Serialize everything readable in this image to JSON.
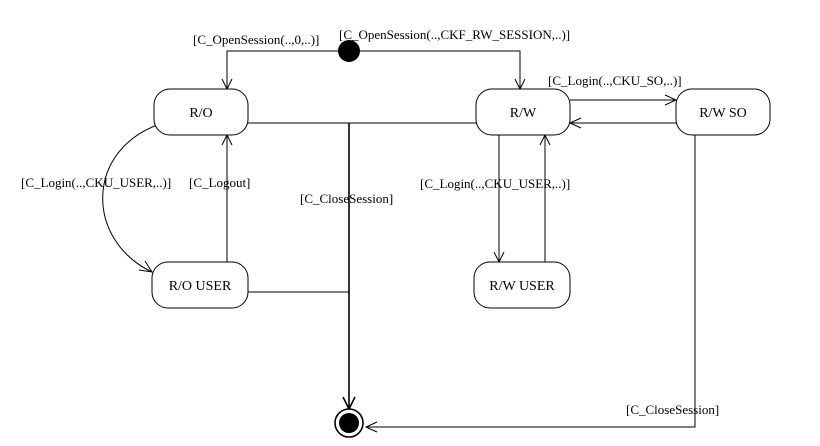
{
  "states": {
    "ro": "R/O",
    "rw": "R/W",
    "rw_so": "R/W SO",
    "ro_user": "R/O USER",
    "rw_user": "R/W USER"
  },
  "transitions": {
    "open_ro": "[C_OpenSession(..,0,..)]",
    "open_rw": "[C_OpenSession(..,CKF_RW_SESSION,..)]",
    "login_so": "[C_Login(..,CKU_SO,..)]",
    "login_user_ro": "[C_Login(..,CKU_USER,..)]",
    "logout": "[C_Logout]",
    "close_session_center": "[C_CloseSession]",
    "login_user_rw": "[C_Login(..,CKU_USER,..)]",
    "close_session_right": "[C_CloseSession]"
  }
}
